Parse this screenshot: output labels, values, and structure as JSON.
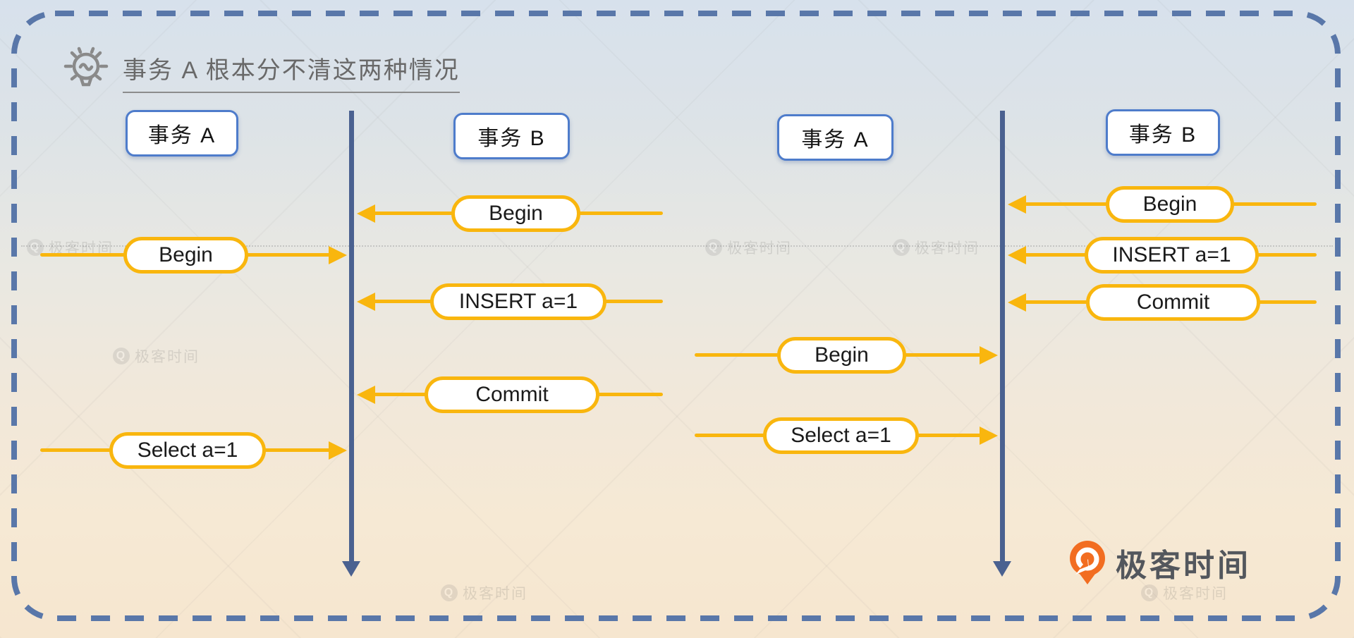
{
  "header": {
    "title": "事务 A 根本分不清这两种情况",
    "icon": "lightbulb-icon"
  },
  "scenarios": [
    {
      "name": "scenario-left",
      "actor_a_label": "事务 A",
      "actor_b_label": "事务 B",
      "flows": [
        {
          "label": "Begin",
          "from_actor": "B",
          "direction": "left"
        },
        {
          "label": "Begin",
          "from_actor": "A",
          "direction": "right"
        },
        {
          "label": "INSERT a=1",
          "from_actor": "B",
          "direction": "left"
        },
        {
          "label": "Commit",
          "from_actor": "B",
          "direction": "left"
        },
        {
          "label": "Select a=1",
          "from_actor": "A",
          "direction": "right"
        }
      ]
    },
    {
      "name": "scenario-right",
      "actor_a_label": "事务 A",
      "actor_b_label": "事务 B",
      "flows": [
        {
          "label": "Begin",
          "from_actor": "B",
          "direction": "left"
        },
        {
          "label": "INSERT a=1",
          "from_actor": "B",
          "direction": "left"
        },
        {
          "label": "Commit",
          "from_actor": "B",
          "direction": "left"
        },
        {
          "label": "Begin",
          "from_actor": "A",
          "direction": "right"
        },
        {
          "label": "Select a=1",
          "from_actor": "A",
          "direction": "right"
        }
      ]
    }
  ],
  "logo": {
    "text": "极客时间",
    "icon": "geektime-logo-icon"
  },
  "watermark": {
    "q": "Q",
    "text": "极客时间"
  },
  "colors": {
    "accent_yellow": "#f9b60e",
    "timeline_blue": "#4a6190",
    "actor_border_blue": "#4e7ccb",
    "dashed_border_blue": "#5977a9",
    "title_gray": "#696969",
    "logo_orange": "#f26d21",
    "logo_text_gray": "#53575d",
    "bg_top": "#d7e1ec",
    "bg_bottom": "#f6e6cf"
  }
}
